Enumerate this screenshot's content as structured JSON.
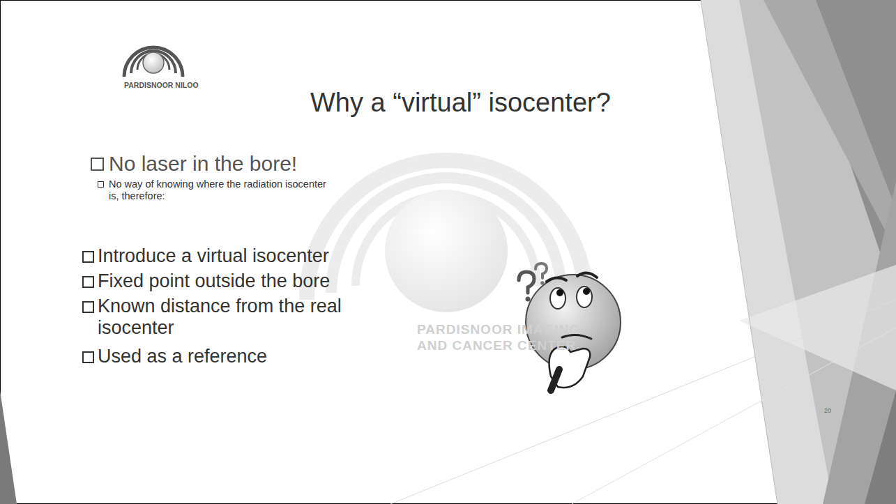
{
  "diagram": {
    "title": "Why a “virtual” isocenter?",
    "labels": [
      "PARDISNOOR NILOO",
      "No laser in the bore!",
      "No way of knowing where the radiation isocenter is, therefore:",
      "Introduce a virtual isocenter",
      "Fixed point outside the bore",
      "Known distance from the real isocenter",
      "Used as a reference",
      "PARDISNOOR IMAGING",
      "AND CANCER CENTER",
      "20"
    ]
  }
}
